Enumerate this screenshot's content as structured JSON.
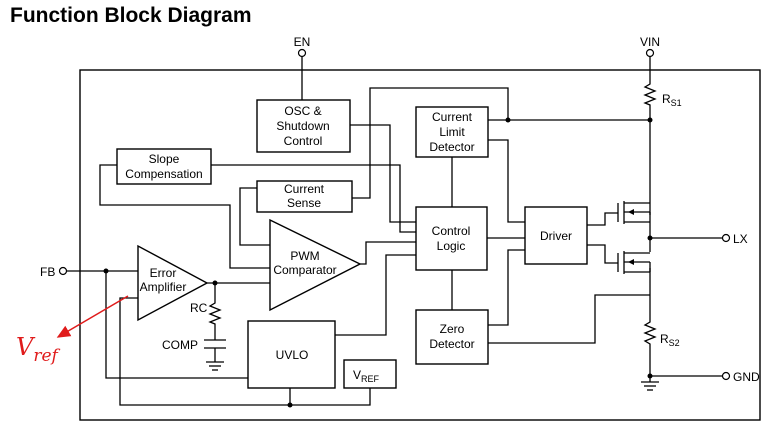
{
  "title": "Function Block Diagram",
  "blocks": {
    "osc": [
      "OSC &",
      "Shutdown",
      "Control"
    ],
    "current_limit": [
      "Current",
      "Limit",
      "Detector"
    ],
    "slope": [
      "Slope",
      "Compensation"
    ],
    "current_sense": [
      "Current",
      "Sense"
    ],
    "control_logic": [
      "Control",
      "Logic"
    ],
    "driver": "Driver",
    "pwm": [
      "PWM",
      "Comparator"
    ],
    "error_amp": [
      "Error",
      "Amplifier"
    ],
    "zero_detector": [
      "Zero",
      "Detector"
    ],
    "uvlo": "UVLO",
    "vref": {
      "main": "V",
      "sub": "REF"
    }
  },
  "pins": {
    "en": "EN",
    "vin": "VIN",
    "fb": "FB",
    "lx": "LX",
    "gnd": "GND"
  },
  "components": {
    "rs1": {
      "main": "R",
      "sub": "S1"
    },
    "rs2": {
      "main": "R",
      "sub": "S2"
    },
    "rc": "RC",
    "comp": "COMP"
  },
  "annotation": {
    "main": "V",
    "sub": "ref",
    "color": "#e01b1b"
  }
}
